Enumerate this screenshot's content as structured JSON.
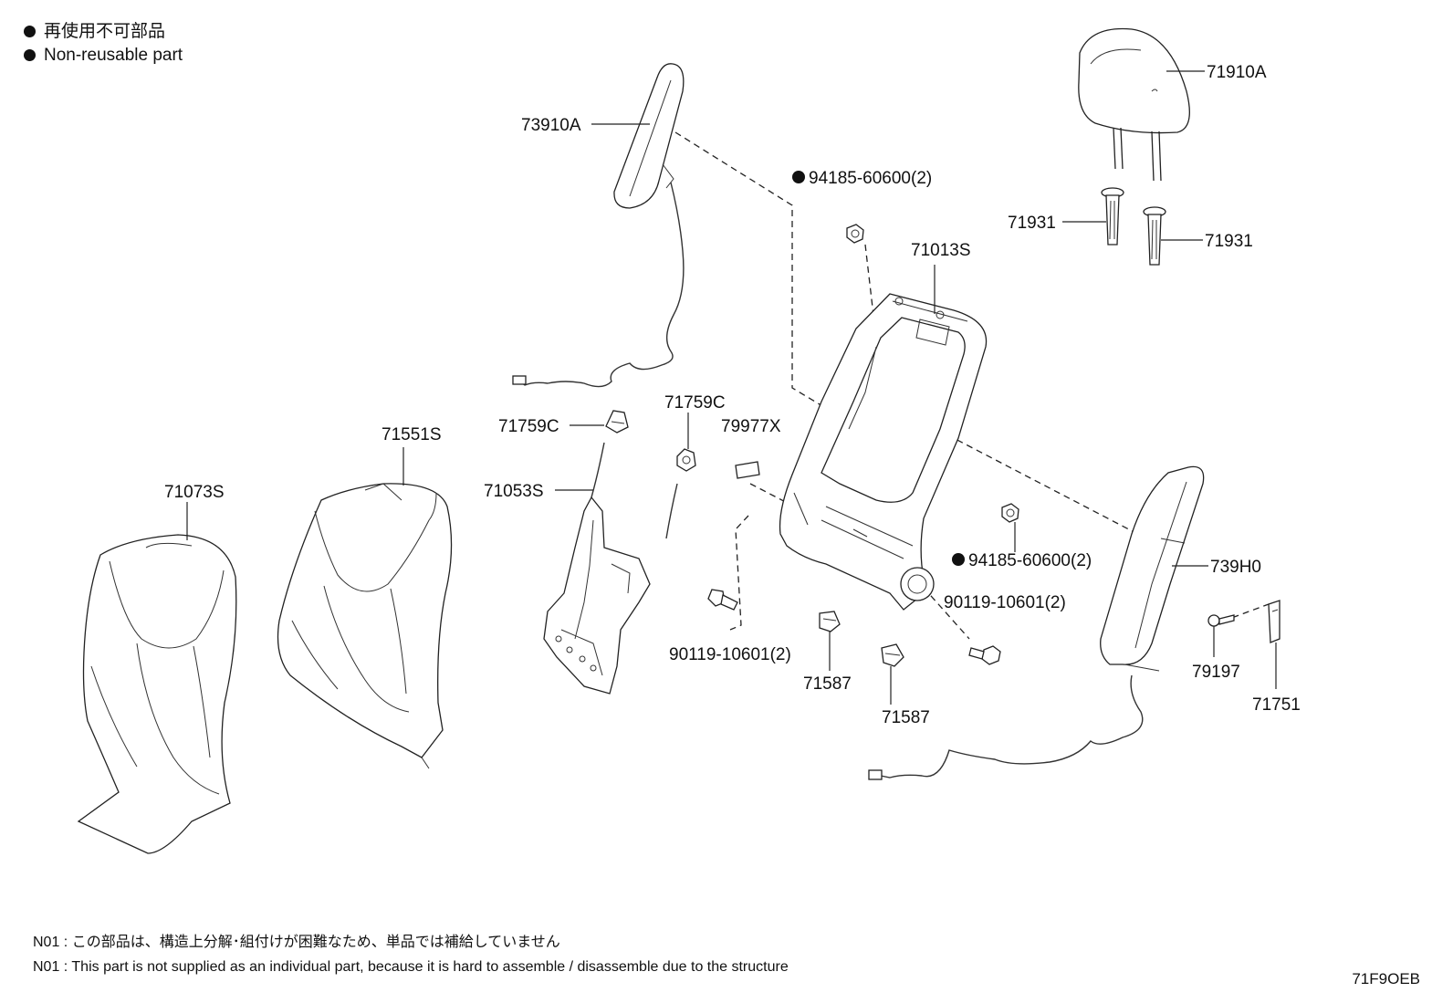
{
  "legend": [
    {
      "marker": "●",
      "text": "再使用不可部品"
    },
    {
      "marker": "●",
      "text": "Non-reusable part"
    }
  ],
  "parts": {
    "p71910A": "71910A",
    "p73910A": "73910A",
    "p94185_top": "94185-60600(2)",
    "p71013S": "71013S",
    "p71931_left": "71931",
    "p71931_right": "71931",
    "p71759C_left": "71759C",
    "p71759C_right": "71759C",
    "p79977X": "79977X",
    "p71551S": "71551S",
    "p71073S": "71073S",
    "p71053S": "71053S",
    "p94185_bottom": "94185-60600(2)",
    "p739H0": "739H0",
    "p90119_right": "90119-10601(2)",
    "p90119_left": "90119-10601(2)",
    "p71587_left": "71587",
    "p71587_right": "71587",
    "p79197": "79197",
    "p71751": "71751"
  },
  "notes": [
    "N01 : この部品は、構造上分解･組付けが困難なため、単品では補給していません",
    "N01 : This part is not supplied as an individual part, because it is hard to assemble / disassemble due to the structure"
  ],
  "figure_code": "71F9OEB"
}
